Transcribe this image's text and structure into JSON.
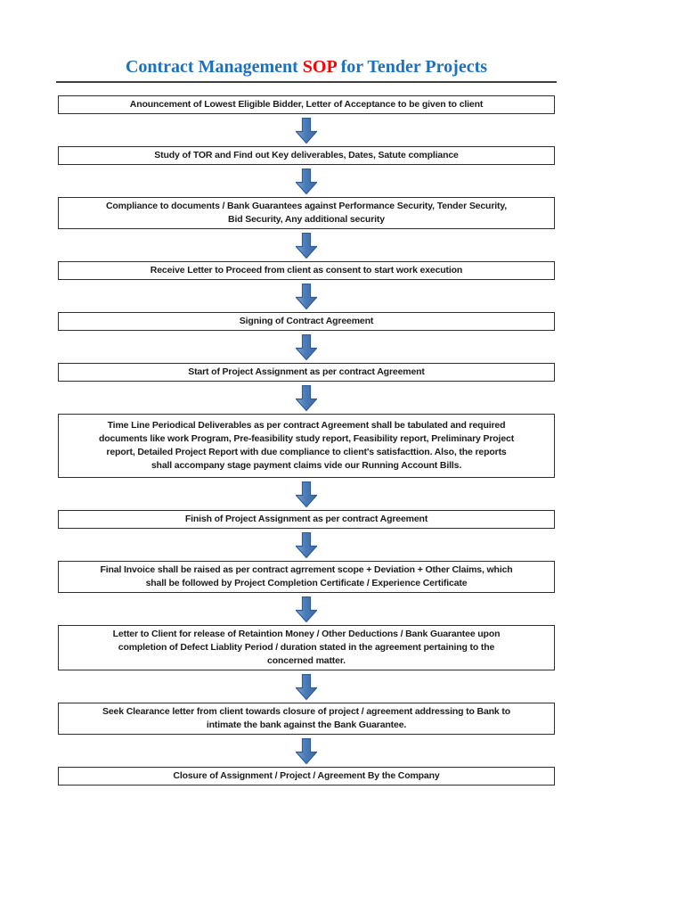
{
  "title": {
    "part1": "Contract Management",
    "part2": "SOP",
    "part3": "for Tender Projects",
    "blue_color": "#1c70c0",
    "red_color": "#ff0000"
  },
  "flow": {
    "arrow_icon": "down-arrow-icon",
    "arrow_fill_light": "#84a5cf",
    "arrow_fill": "#4a7cb8",
    "arrow_fill_dark": "#3e6aa6",
    "arrow_border": "#2e5b9a",
    "box_border_color": "#2e2e2e",
    "steps": [
      {
        "text": "Anouncement of Lowest Eligible Bidder, Letter of Acceptance to be given to client"
      },
      {
        "text": "Study of TOR and Find out Key deliverables, Dates, Satute compliance"
      },
      {
        "text": "Compliance to documents / Bank Guarantees against Performance Security, Tender Security,\nBid Security, Any additional security"
      },
      {
        "text": "Receive Letter to Proceed from client as consent to start work execution"
      },
      {
        "text": "Signing of Contract Agreement"
      },
      {
        "text": "Start of Project Assignment as per contract Agreement"
      },
      {
        "text": "Time Line Periodical Deliverables as per contract Agreement shall be tabulated and required\ndocuments like work Program, Pre-feasibility study report, Feasibility report, Preliminary Project\nreport, Detailed Project Report with due compliance to client's satisfacttion. Also, the reports\nshall accompany stage payment claims vide our Running Account Bills."
      },
      {
        "text": "Finish of Project Assignment as per contract Agreement"
      },
      {
        "text": "Final Invoice shall be raised as per contract agrrement scope + Deviation + Other Claims, which\nshall be followed by Project Completion Certificate / Experience Certificate"
      },
      {
        "text": "Letter to Client for release of Retaintion Money / Other Deductions / Bank Guarantee upon\ncompletion of Defect Liablity Period / duration stated in the agreement pertaining to the\nconcerned matter."
      },
      {
        "text": "Seek Clearance letter from client towards closure of project / agreement addressing to Bank to\nintimate the bank against the Bank Guarantee."
      },
      {
        "text": "Closure of Assignment / Project / Agreement By the Company"
      }
    ]
  }
}
